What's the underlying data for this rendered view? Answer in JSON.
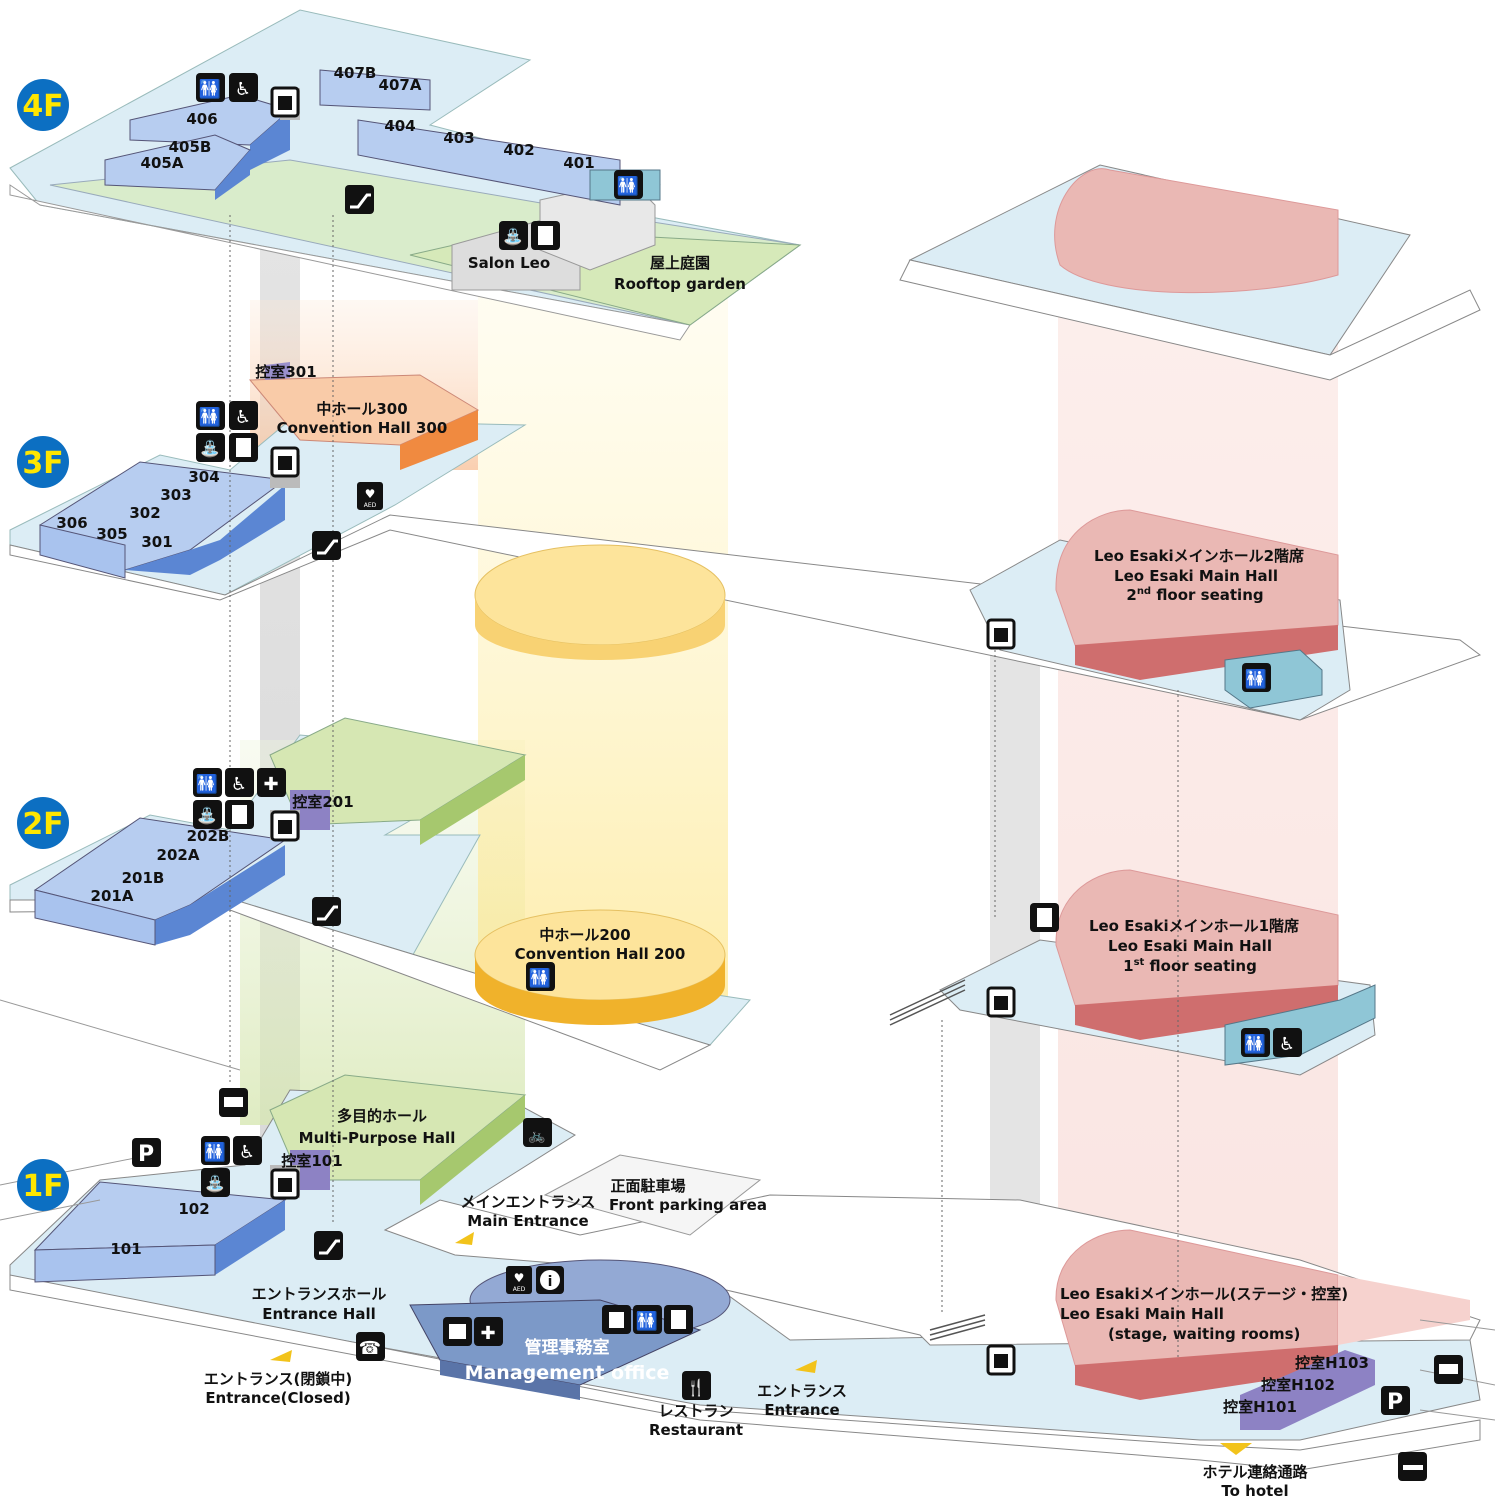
{
  "floors": {
    "f4": "4F",
    "f3": "3F",
    "f2": "2F",
    "f1": "1F"
  },
  "rooms_4f": {
    "r407b": "407B",
    "r407a": "407A",
    "r406": "406",
    "r405b": "405B",
    "r405a": "405A",
    "r404": "404",
    "r403": "403",
    "r402": "402",
    "r401": "401",
    "salon": "Salon Leo",
    "garden_ja": "屋上庭園",
    "garden_en": "Rooftop garden"
  },
  "rooms_3f": {
    "waiting301": "控室301",
    "hall300_ja": "中ホール300",
    "hall300_en": "Convention Hall 300",
    "r304": "304",
    "r303": "303",
    "r302": "302",
    "r306": "306",
    "r305": "305",
    "r301": "301"
  },
  "rooms_2f": {
    "waiting201": "控室201",
    "r202b": "202B",
    "r202a": "202A",
    "r201b": "201B",
    "r201a": "201A",
    "hall200_ja": "中ホール200",
    "hall200_en": "Convention Hall 200"
  },
  "rooms_1f": {
    "multi_ja": "多目的ホール",
    "multi_en": "Multi-Purpose Hall",
    "waiting101": "控室101",
    "r102": "102",
    "r101": "101",
    "main_ent_ja": "メインエントランス",
    "main_ent_en": "Main Entrance",
    "parking_ja": "正面駐車場",
    "parking_en": "Front parking area",
    "ent_hall_ja": "エントランスホール",
    "ent_hall_en": "Entrance Hall",
    "office_ja": "管理事務室",
    "office_en": "Management office",
    "closed_ja": "エントランス(閉鎖中)",
    "closed_en": "Entrance(Closed)",
    "rest_ja": "レストラン",
    "rest_en": "Restaurant",
    "ent_ja": "エントランス",
    "ent_en": "Entrance",
    "hotel_ja": "ホテル連絡通路",
    "hotel_en": "To hotel",
    "h103": "控室H103",
    "h102": "控室H102",
    "h101": "控室H101"
  },
  "main_hall": {
    "f2_l1": "Leo Esakiメインホール2階席",
    "f2_l2": "Leo Esaki Main Hall",
    "f2_l3": "2",
    "f2_sup": "nd",
    "f2_l3b": " floor seating",
    "f1_l1": "Leo Esakiメインホール1階席",
    "f1_l2": "Leo Esaki Main Hall",
    "f1_l3": "1",
    "f1_sup": "st",
    "f1_l3b": " floor seating",
    "st_l1": "Leo Esakiメインホール(ステージ・控室)",
    "st_l2": "Leo Esaki Main Hall",
    "st_l3": "(stage, waiting rooms)"
  },
  "icon_text": {
    "aed": "AED",
    "parking": "P",
    "info": "i"
  },
  "colors": {
    "floor": "#dcedf5",
    "room_blue": "#b7cdf0",
    "hall300": "#f5b586",
    "hall200": "#fbd250",
    "green": "#c9e0a0",
    "main_hall": "#eab8b4",
    "teal": "#8fc6d6",
    "office": "#7c99c8",
    "accent": "#0c6fc2",
    "floor_label": "#ffe600"
  }
}
